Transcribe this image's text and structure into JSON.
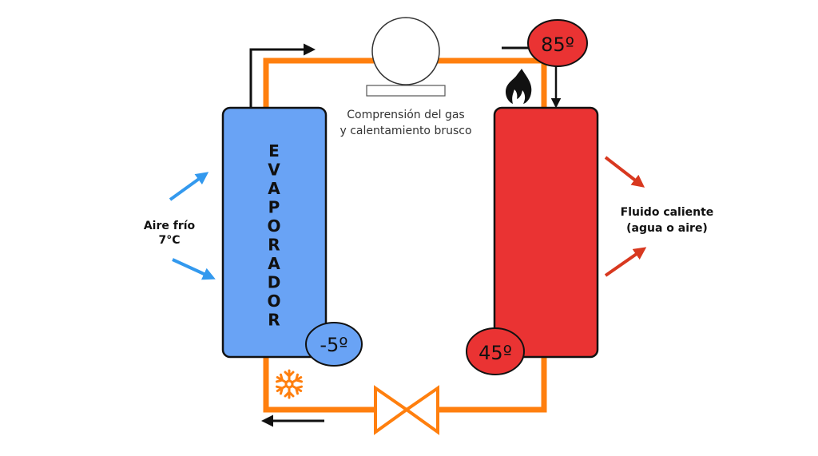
{
  "diagram": {
    "title": "Ciclo de bomba de calor",
    "colors": {
      "pipe": "#ff7f0e",
      "evaporator": "#69a3f5",
      "condenser": "#ea3333",
      "cold_arrow": "#3399ee",
      "hot_arrow": "#d8381f",
      "outline": "#111111"
    },
    "evaporator": {
      "label": "EVAPORADOR",
      "letters": [
        "E",
        "V",
        "A",
        "P",
        "O",
        "R",
        "A",
        "D",
        "O",
        "R"
      ]
    },
    "compressor": {
      "caption_line1": "Comprensión del gas",
      "caption_line2": "y calentamiento brusco"
    },
    "gauges": {
      "evaporator_out": "-5º",
      "compressor_out": "85º",
      "condenser_out": "45º"
    },
    "inlet": {
      "line1": "Aire frío",
      "line2": "7°C"
    },
    "outlet": {
      "line1": "Fluido caliente",
      "line2": "(agua o aire)"
    },
    "icons": {
      "flame": "flame-icon",
      "snowflake": "snowflake-icon",
      "valve": "expansion-valve-icon",
      "compressor": "compressor-icon"
    }
  }
}
